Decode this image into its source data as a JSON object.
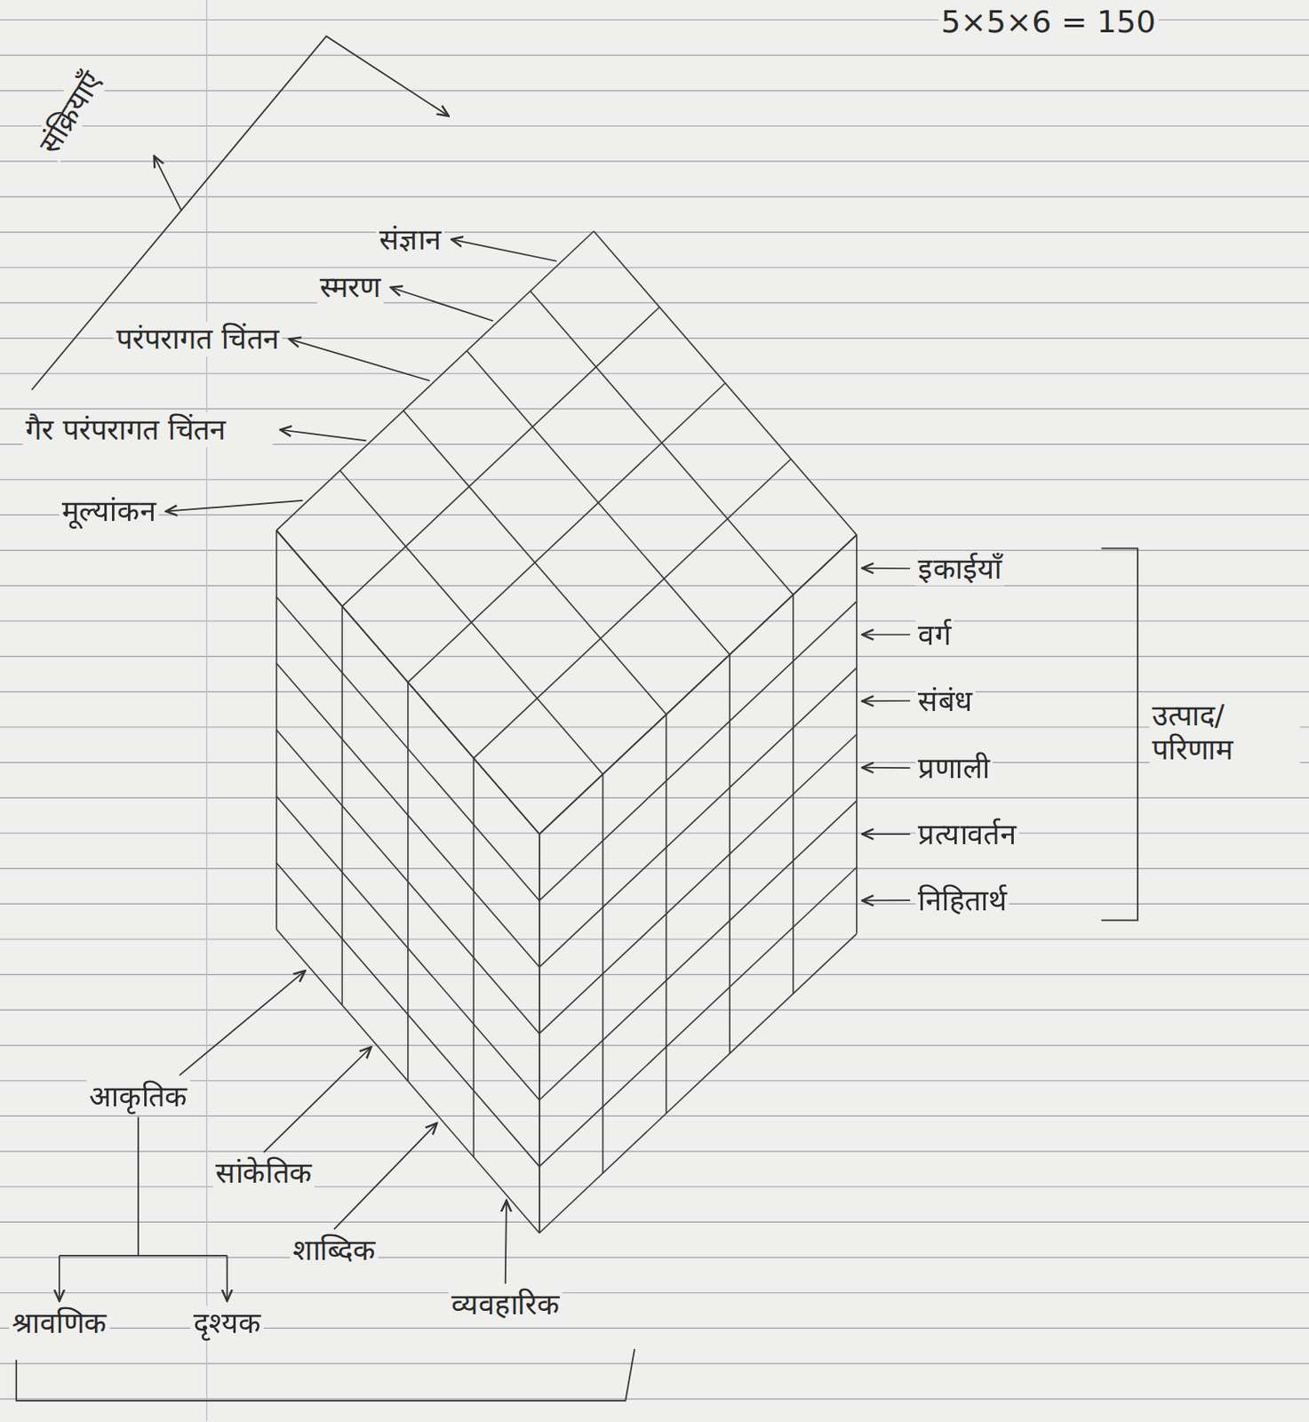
{
  "diagram": {
    "labels": [
      "5×5×6 = 150",
      "संक्रियाएँ",
      "संज्ञान",
      "स्मरण",
      "परंपरागत चिंतन",
      "गैर परंपरागत चिंतन",
      "मूल्यांकन",
      "इकाईयाँ",
      "वर्ग",
      "संबंध",
      "प्रणाली",
      "प्रत्यावर्तन",
      "निहितार्थ",
      "उत्पाद/ परिणाम",
      "आकृतिक",
      "सांकेतिक",
      "शाब्दिक",
      "व्यवहारिक",
      "श्रावणिक",
      "दृश्यक"
    ]
  }
}
